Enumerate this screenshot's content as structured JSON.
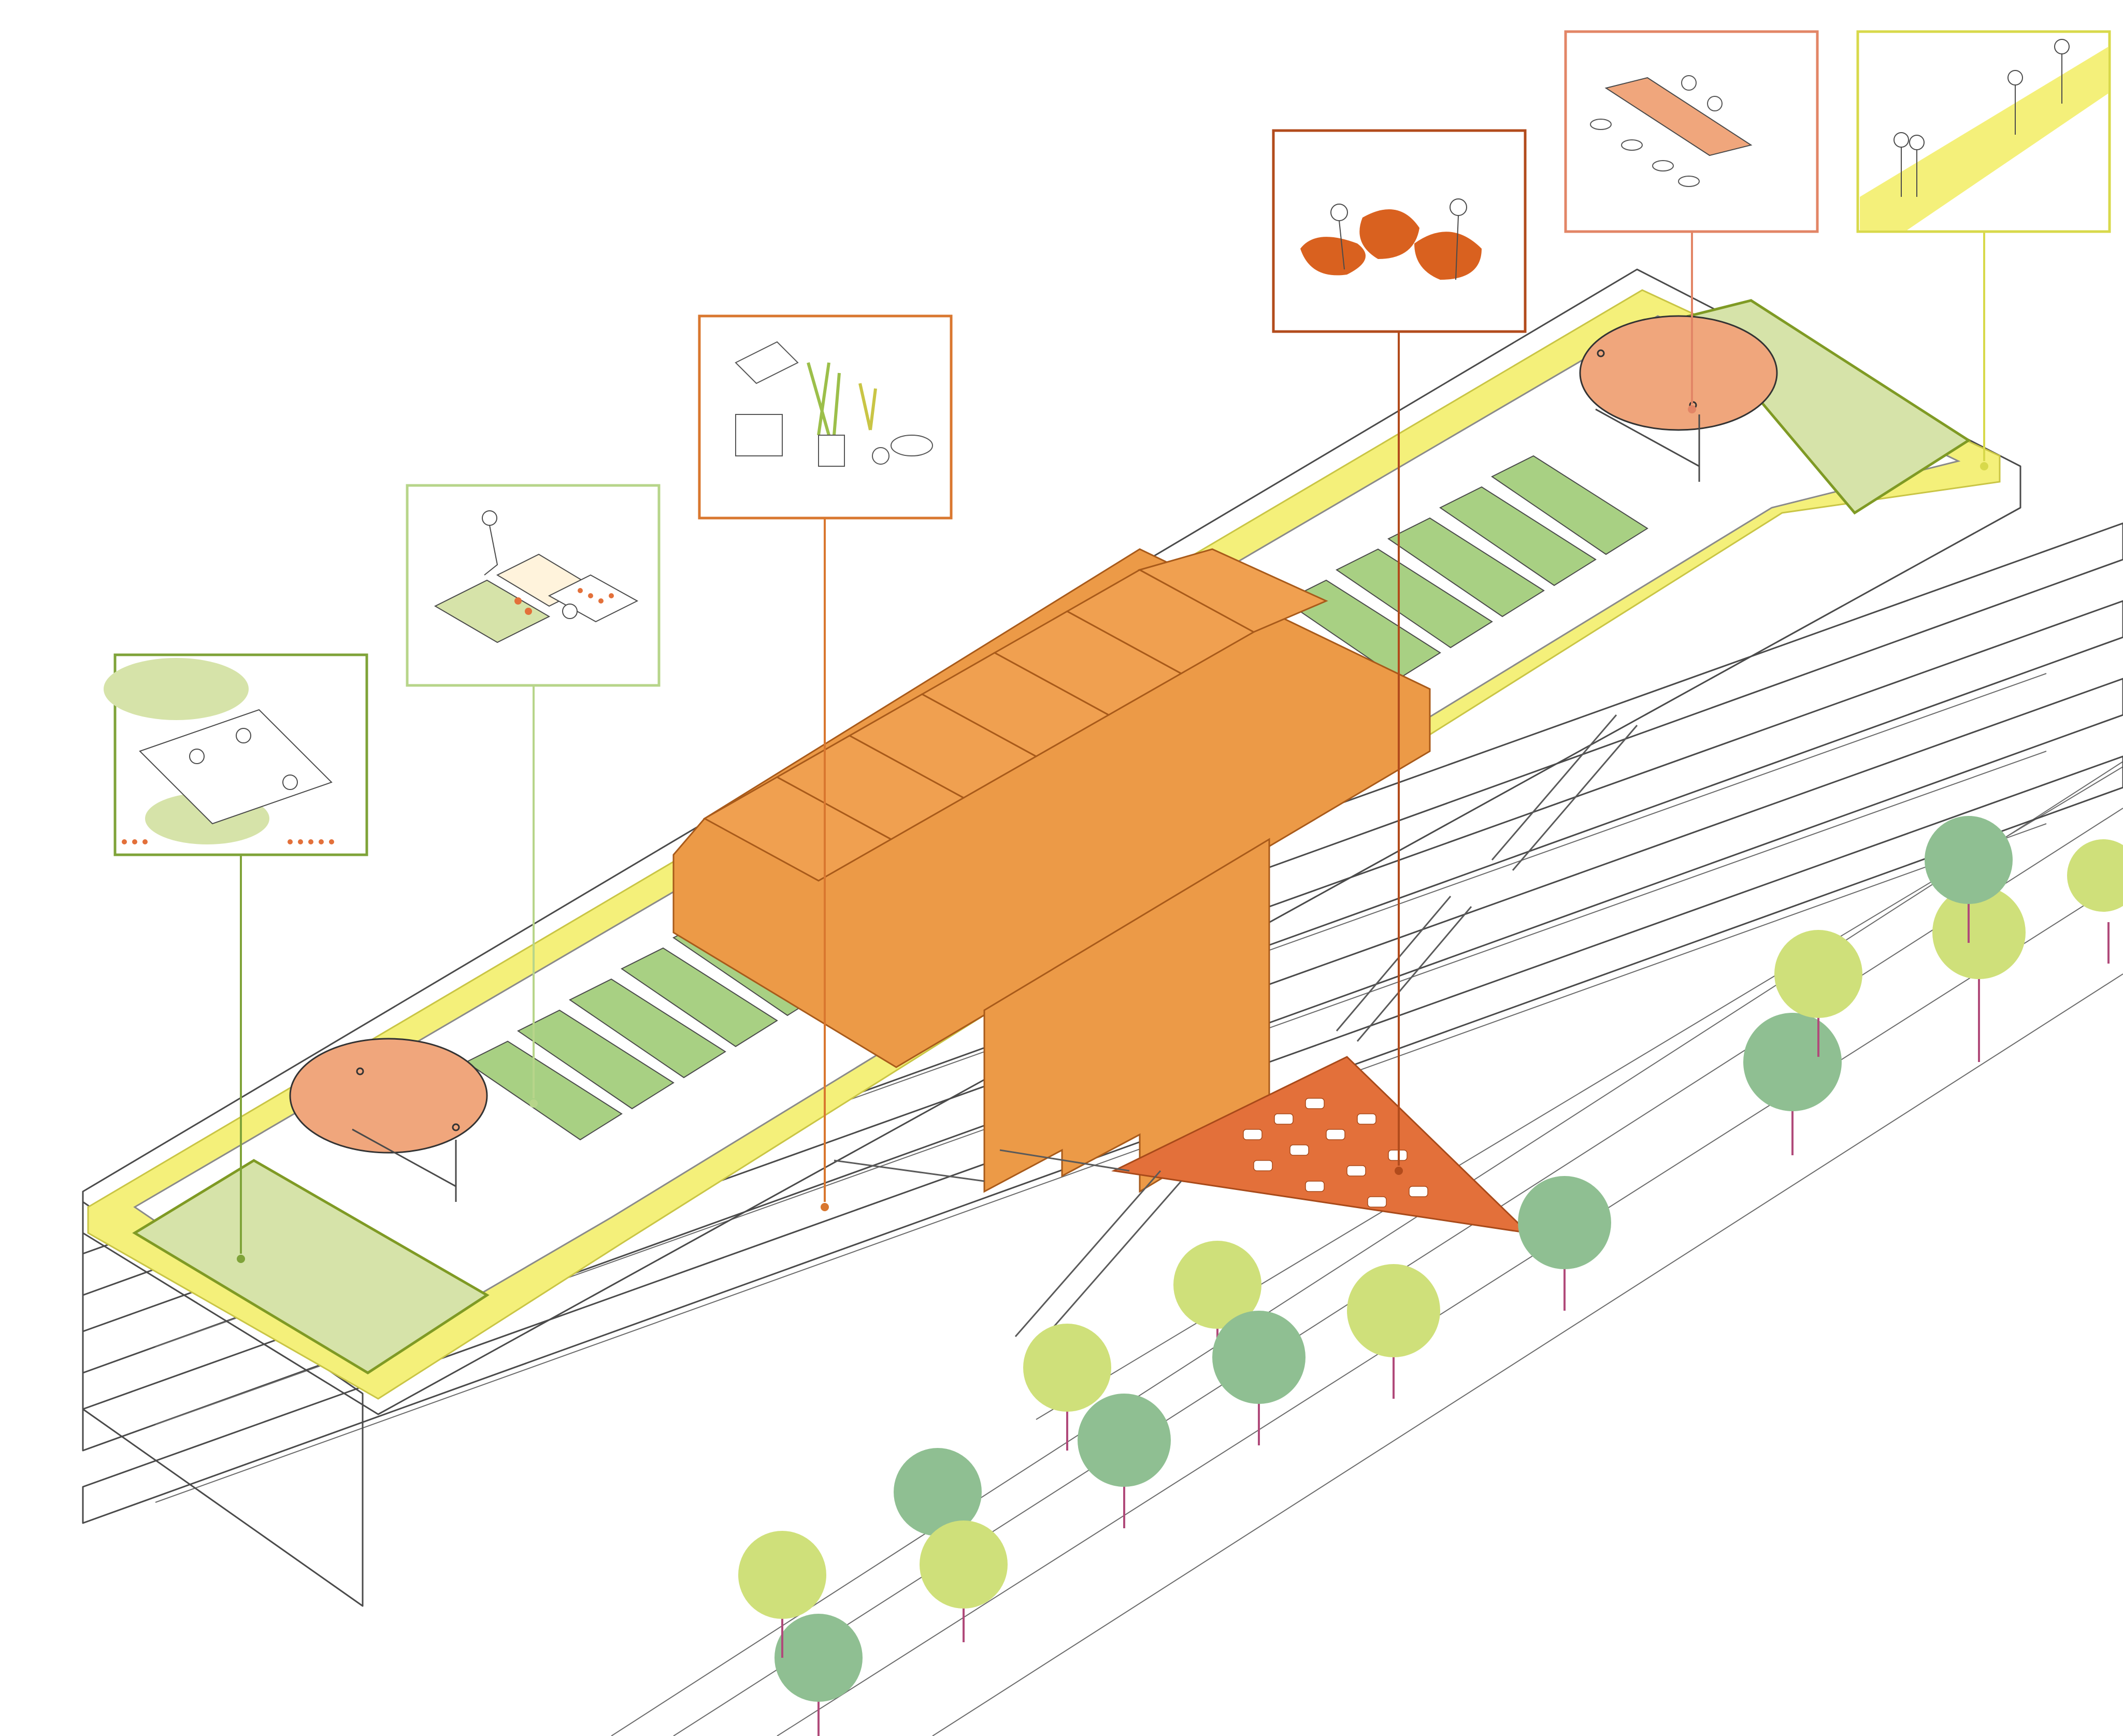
{
  "colors": {
    "orange": "#ec9a47",
    "orange_dark": "#d9611f",
    "orange_light": "#f0a67c",
    "terracotta": "#e3703a",
    "yellow": "#f4f07a",
    "lawn_green": "#d6e3a9",
    "bed_green": "#a8d083",
    "tree_light": "#cfe07a",
    "tree_dark": "#8fbf92",
    "callout_green": "#7fa339",
    "callout_light_green": "#b7d58a",
    "callout_orange": "#d9772f",
    "callout_brown": "#b24b1c",
    "callout_salmon": "#e28566",
    "callout_yellow": "#d8d94b",
    "line": "#4a4a4a"
  },
  "callouts": [
    {
      "name": "callout-picnic-lawn",
      "icon": "picnic-people-icon",
      "color_key": "callout_green"
    },
    {
      "name": "callout-garden-beds",
      "icon": "gardening-person-icon",
      "color_key": "callout_light_green"
    },
    {
      "name": "callout-greenhouse-lounge",
      "icon": "lounge-plants-icon",
      "color_key": "callout_orange"
    },
    {
      "name": "callout-seating-pods",
      "icon": "seating-pods-icon",
      "color_key": "callout_brown"
    },
    {
      "name": "callout-dining-table",
      "icon": "dining-table-icon",
      "color_key": "callout_salmon"
    },
    {
      "name": "callout-walkway",
      "icon": "walking-people-icon",
      "color_key": "callout_yellow"
    }
  ]
}
